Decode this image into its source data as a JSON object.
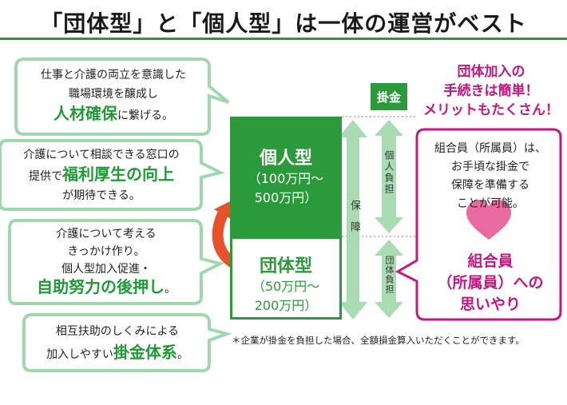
{
  "title": "「団体型」と「個人型」は一体の運営がベスト",
  "left_bubbles": [
    {
      "line1": "仕事と介護の両立を意識した",
      "line2": "職場環境を醸成し",
      "highlight": "人材確保",
      "suffix": "に繋げる。"
    },
    {
      "line1": "介護について相談できる窓口の",
      "prefix": "提供で",
      "highlight": "福利厚生の向上",
      "line3": "が期待できる。"
    },
    {
      "line1": "介護について考える",
      "line2": "きっかけ作り。",
      "line3": "個人型加入促進・",
      "highlight": "自助努力の後押し",
      "suffix": "。"
    },
    {
      "line1": "相互扶助のしくみによる",
      "prefix": "加入しやすい",
      "highlight": "掛金体系",
      "suffix": "。"
    }
  ],
  "individual_box": {
    "name": "個人型",
    "amount_line1": "（100万円〜",
    "amount_line2": "500万円）"
  },
  "group_box": {
    "name": "団体型",
    "amount_line1": "（50万円〜",
    "amount_line2": "200万円）"
  },
  "kakekin_label": "掛金",
  "hosho_label": "保障",
  "individual_burden_label": "個人負担",
  "group_burden_label": "団体負担",
  "right_heading": [
    "団体加入の",
    "手続きは簡単！",
    "メリットもたくさん！"
  ],
  "right_box_text": [
    "組合員（所属員）は、",
    "お手頃な掛金で",
    "保障を準備する",
    "ことが可能。"
  ],
  "right_box_bold": [
    "組合員",
    "（所属員）への",
    "思いやり"
  ],
  "footnote": "＊企業が掛金を負担した場合、全額損金算入いただくことができます。",
  "colors": {
    "green": "#2a9a3a",
    "light_green": "#a9dcb2",
    "bubble_border": "#9fd8ad",
    "magenta": "#c2187f",
    "arrow_orange": "#e8522a",
    "heart_pink": "#e86aa0"
  }
}
